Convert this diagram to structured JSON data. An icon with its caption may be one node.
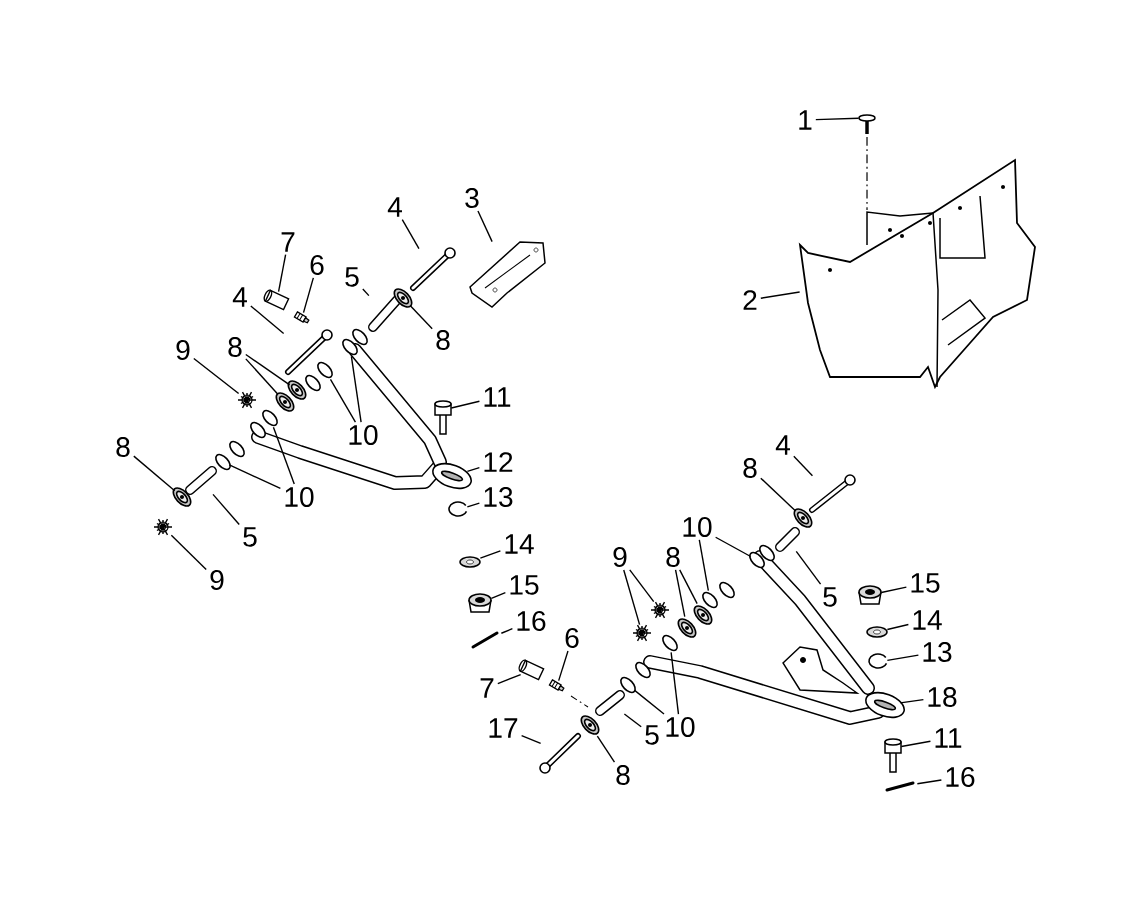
{
  "diagram": {
    "nodes": [
      {
        "text": [
          "1"
        ]
      },
      {
        "text": [
          "2"
        ]
      },
      {
        "text": [
          "3"
        ]
      },
      {
        "text": [
          "4"
        ]
      },
      {
        "text": [
          "5"
        ]
      },
      {
        "text": [
          "6"
        ]
      },
      {
        "text": [
          "7"
        ]
      },
      {
        "text": [
          "8"
        ]
      },
      {
        "text": [
          "4"
        ]
      },
      {
        "text": [
          "9"
        ]
      },
      {
        "text": [
          "8"
        ]
      },
      {
        "text": [
          "10"
        ]
      },
      {
        "text": [
          "11"
        ]
      },
      {
        "text": [
          "12"
        ]
      },
      {
        "text": [
          "13"
        ]
      },
      {
        "text": [
          "10"
        ]
      },
      {
        "text": [
          "8"
        ]
      },
      {
        "text": [
          "5"
        ]
      },
      {
        "text": [
          "9"
        ]
      },
      {
        "text": [
          "14"
        ]
      },
      {
        "text": [
          "15"
        ]
      },
      {
        "text": [
          "16"
        ]
      },
      {
        "text": [
          "4"
        ]
      },
      {
        "text": [
          "8"
        ]
      },
      {
        "text": [
          "10"
        ]
      },
      {
        "text": [
          "5"
        ]
      },
      {
        "text": [
          "15"
        ]
      },
      {
        "text": [
          "14"
        ]
      },
      {
        "text": [
          "13"
        ]
      },
      {
        "text": [
          "9"
        ]
      },
      {
        "text": [
          "8"
        ]
      },
      {
        "text": [
          "6"
        ]
      },
      {
        "text": [
          "7"
        ]
      },
      {
        "text": [
          "18"
        ]
      },
      {
        "text": [
          "17"
        ]
      },
      {
        "text": [
          "5"
        ]
      },
      {
        "text": [
          "10"
        ]
      },
      {
        "text": [
          "8"
        ]
      },
      {
        "text": [
          "11"
        ]
      },
      {
        "text": [
          "16"
        ]
      },
      {
        "text": [],
        "shape": "picture"
      },
      {
        "text": [],
        "shape": "picture"
      },
      {
        "text": [],
        "shape": "picture"
      },
      {
        "text": [],
        "shape": "picture"
      },
      {
        "text": [],
        "shape": "picture"
      },
      {
        "text": [],
        "shape": "picture"
      },
      {
        "text": [],
        "shape": "picture"
      },
      {
        "text": [],
        "shape": "picture"
      },
      {
        "text": [],
        "shape": "picture"
      },
      {
        "text": [],
        "shape": "picture"
      },
      {
        "text": [],
        "shape": "picture"
      },
      {
        "text": [],
        "shape": "picture"
      },
      {
        "text": [],
        "shape": "picture"
      },
      {
        "text": [],
        "shape": "picture"
      },
      {
        "text": [],
        "shape": "picture"
      },
      {
        "text": [],
        "shape": "picture"
      },
      {
        "text": [],
        "shape": "picture"
      },
      {
        "text": [],
        "shape": "picture"
      },
      {
        "text": [],
        "shape": "picture"
      },
      {
        "text": [],
        "shape": "picture"
      },
      {
        "text": [],
        "shape": "picture"
      },
      {
        "text": [],
        "shape": "picture"
      },
      {
        "text": [],
        "shape": "picture"
      },
      {
        "text": [],
        "shape": "picture"
      },
      {
        "text": [],
        "shape": "picture"
      },
      {
        "text": [],
        "shape": "picture"
      },
      {
        "text": [],
        "shape": "picture"
      },
      {
        "text": [],
        "shape": "picture"
      },
      {
        "text": [],
        "shape": "picture"
      },
      {
        "text": [],
        "shape": "picture"
      },
      {
        "text": [],
        "shape": "picture"
      },
      {
        "text": [],
        "shape": "picture"
      },
      {
        "text": [],
        "shape": "picture"
      },
      {
        "text": [],
        "shape": "picture"
      },
      {
        "text": [],
        "shape": "picture"
      },
      {
        "text": [],
        "shape": "picture"
      },
      {
        "text": [],
        "shape": "picture"
      },
      {
        "text": [],
        "shape": "picture"
      },
      {
        "text": [],
        "shape": "picture"
      },
      {
        "text": [],
        "shape": "picture"
      },
      {
        "text": [],
        "shape": "picture"
      },
      {
        "text": [],
        "shape": "picture"
      },
      {
        "text": [],
        "shape": "picture"
      },
      {
        "text": [],
        "shape": "picture"
      },
      {
        "text": [],
        "shape": "picture"
      },
      {
        "text": [],
        "shape": "picture"
      },
      {
        "text": [],
        "shape": "picture"
      }
    ],
    "edges": [
      {
        "from": 0,
        "to": 40,
        "arrow": "none"
      },
      {
        "from": 1,
        "to": 41,
        "arrow": "none"
      },
      {
        "from": 2,
        "to": 42,
        "arrow": "none"
      },
      {
        "from": 3,
        "to": 43,
        "arrow": "none"
      },
      {
        "from": 4,
        "to": 44,
        "arrow": "none"
      },
      {
        "from": 5,
        "to": 45,
        "arrow": "none"
      },
      {
        "from": 6,
        "to": 46,
        "arrow": "none"
      },
      {
        "from": 7,
        "to": 47,
        "arrow": "none"
      },
      {
        "from": 8,
        "to": 48,
        "arrow": "none"
      },
      {
        "from": 9,
        "to": 49,
        "arrow": "none"
      },
      {
        "from": 10,
        "to": 51,
        "arrow": "none"
      },
      {
        "from": 10,
        "to": 50,
        "arrow": "none"
      },
      {
        "from": 11,
        "to": 52,
        "arrow": "none"
      },
      {
        "from": 11,
        "to": 53,
        "arrow": "none"
      },
      {
        "from": 12,
        "to": 54,
        "arrow": "none"
      },
      {
        "from": 13,
        "to": 55,
        "arrow": "none"
      },
      {
        "from": 14,
        "to": 56,
        "arrow": "none"
      },
      {
        "from": 15,
        "to": 57,
        "arrow": "none"
      },
      {
        "from": 15,
        "to": 58,
        "arrow": "none"
      },
      {
        "from": 16,
        "to": 59,
        "arrow": "none"
      },
      {
        "from": 17,
        "to": 60,
        "arrow": "none"
      },
      {
        "from": 18,
        "to": 61,
        "arrow": "none"
      },
      {
        "from": 19,
        "to": 62,
        "arrow": "none"
      },
      {
        "from": 20,
        "to": 63,
        "arrow": "none"
      },
      {
        "from": 21,
        "to": 64,
        "arrow": "none"
      },
      {
        "from": 22,
        "to": 65,
        "arrow": "none"
      },
      {
        "from": 23,
        "to": 66,
        "arrow": "none"
      },
      {
        "from": 24,
        "to": 67,
        "arrow": "none"
      },
      {
        "from": 24,
        "to": 68,
        "arrow": "none"
      },
      {
        "from": 25,
        "to": 69,
        "arrow": "none"
      },
      {
        "from": 26,
        "to": 70,
        "arrow": "none"
      },
      {
        "from": 27,
        "to": 71,
        "arrow": "none"
      },
      {
        "from": 28,
        "to": 72,
        "arrow": "none"
      },
      {
        "from": 29,
        "to": 73,
        "arrow": "none"
      },
      {
        "from": 29,
        "to": 74,
        "arrow": "none"
      },
      {
        "from": 30,
        "to": 75,
        "arrow": "none"
      },
      {
        "from": 30,
        "to": 76,
        "arrow": "none"
      },
      {
        "from": 31,
        "to": 77,
        "arrow": "none"
      },
      {
        "from": 32,
        "to": 78,
        "arrow": "none"
      },
      {
        "from": 33,
        "to": 79,
        "arrow": "none"
      },
      {
        "from": 34,
        "to": 80,
        "arrow": "none"
      },
      {
        "from": 35,
        "to": 81,
        "arrow": "none"
      },
      {
        "from": 36,
        "to": 82,
        "arrow": "none"
      },
      {
        "from": 36,
        "to": 83,
        "arrow": "none"
      },
      {
        "from": 37,
        "to": 84,
        "arrow": "none"
      },
      {
        "from": 38,
        "to": 85,
        "arrow": "none"
      },
      {
        "from": 39,
        "to": 86,
        "arrow": "none"
      }
    ]
  }
}
